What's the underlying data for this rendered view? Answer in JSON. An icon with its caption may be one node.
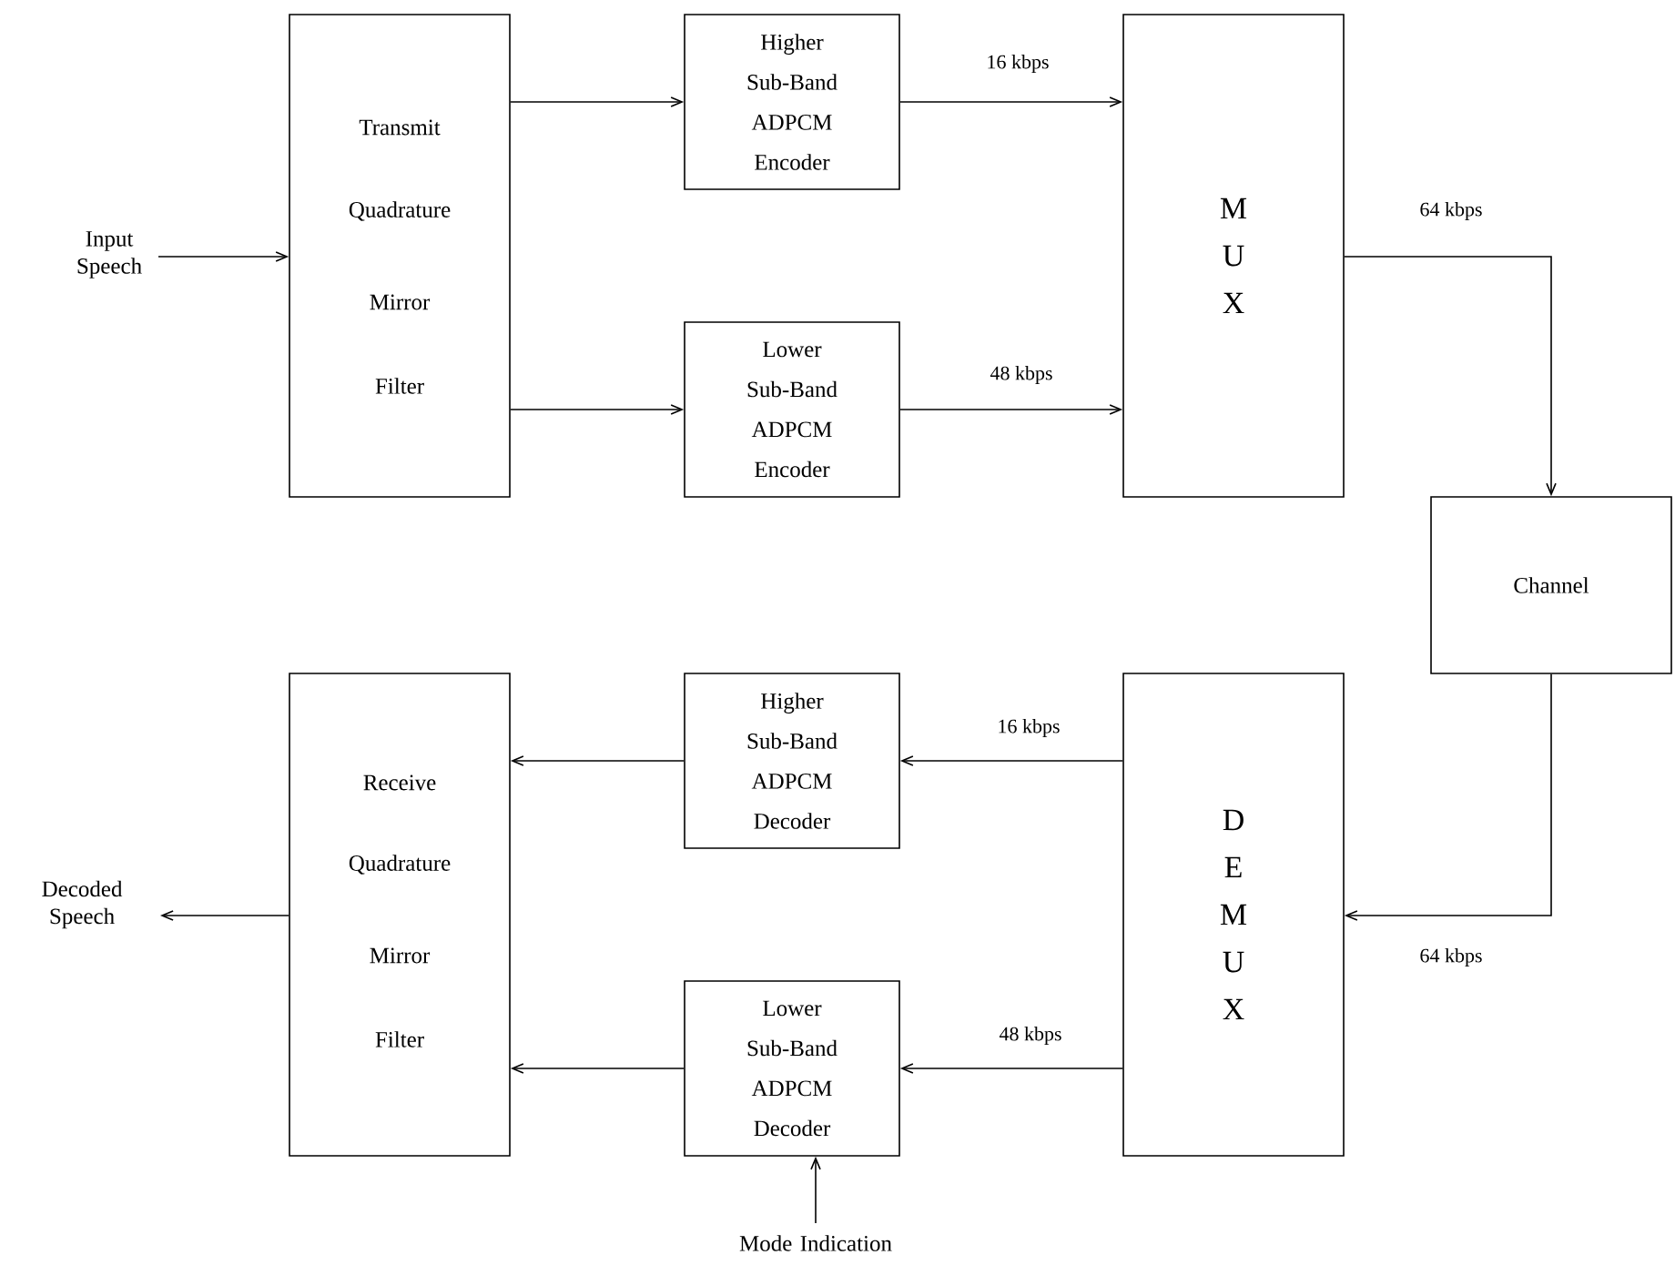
{
  "diagram": {
    "nodes": [
      {
        "text": [
          "Input Speech"
        ]
      },
      {
        "text": [
          "Transmit",
          "Quadrature",
          "Mirror",
          "Filter"
        ]
      },
      {
        "text": [
          "Higher Sub-Band ADPCM Encoder"
        ]
      },
      {
        "text": [
          "Lower Sub-Band ADPCM Encoder"
        ]
      },
      {
        "text": [
          "M U X"
        ]
      },
      {
        "text": [
          "Channel"
        ]
      },
      {
        "text": [
          "D E M U X"
        ]
      },
      {
        "text": [
          "Higher Sub-Band ADPCM Decoder"
        ]
      },
      {
        "text": [
          "Lower Sub-Band ADPCM Decoder"
        ]
      },
      {
        "text": [
          "Receive",
          "Quadrature",
          "Mirror",
          "Filter"
        ]
      },
      {
        "text": [
          "Decoded Speech"
        ]
      },
      {
        "text": [
          "Mode Indication"
        ]
      }
    ],
    "edges": [
      {
        "from": 0,
        "to": 1,
        "arrow": "to"
      },
      {
        "from": 1,
        "to": 2,
        "arrow": "to"
      },
      {
        "from": 1,
        "to": 3,
        "arrow": "to"
      },
      {
        "from": 2,
        "to": 4,
        "arrow": "to",
        "label": "16 kbps"
      },
      {
        "from": 3,
        "to": 4,
        "arrow": "to",
        "label": "48 kbps"
      },
      {
        "from": 4,
        "to": 5,
        "arrow": "to",
        "label": "64 kbps"
      },
      {
        "from": 5,
        "to": 6,
        "arrow": "to",
        "label": "64 kbps"
      },
      {
        "from": 6,
        "to": 7,
        "arrow": "to",
        "label": "16 kbps"
      },
      {
        "from": 6,
        "to": 8,
        "arrow": "to",
        "label": "48 kbps"
      },
      {
        "from": 7,
        "to": 9,
        "arrow": "to"
      },
      {
        "from": 8,
        "to": 9,
        "arrow": "to"
      },
      {
        "from": 9,
        "to": 10,
        "arrow": "to"
      },
      {
        "from": 11,
        "to": 8,
        "arrow": "to"
      }
    ]
  }
}
